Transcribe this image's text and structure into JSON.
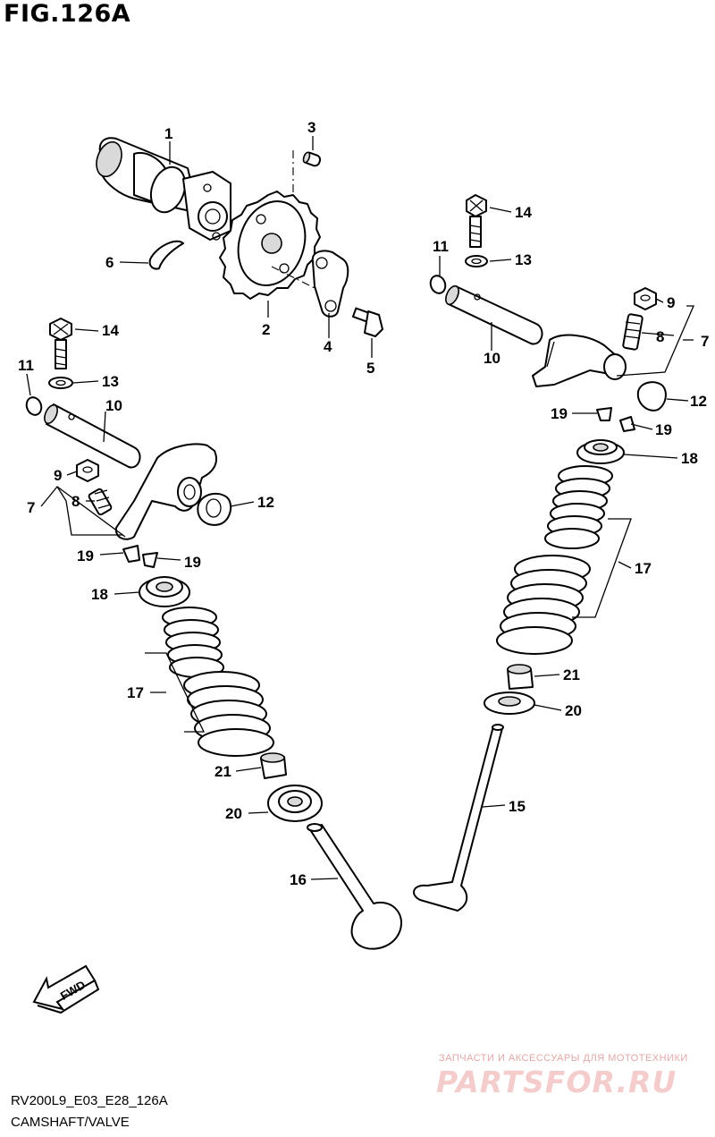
{
  "figure_title": "FIG.126A",
  "footer": {
    "code": "RV200L9_E03_E28_126A",
    "name": "CAMSHAFT/VALVE"
  },
  "watermark": {
    "top_line": "ЗАПЧАСТИ И АКСЕССУАРЫ ДЛЯ МОТОТЕХНИКИ",
    "logo": "PARTSFOR.RU"
  },
  "fwd_arrow_label": "FWD",
  "callouts": [
    "1",
    "2",
    "3",
    "4",
    "5",
    "6",
    "7",
    "7",
    "8",
    "8",
    "9",
    "9",
    "10",
    "10",
    "11",
    "11",
    "12",
    "12",
    "13",
    "13",
    "14",
    "14",
    "15",
    "16",
    "17",
    "17",
    "18",
    "18",
    "19",
    "19",
    "19",
    "19",
    "20",
    "20",
    "21",
    "21"
  ]
}
